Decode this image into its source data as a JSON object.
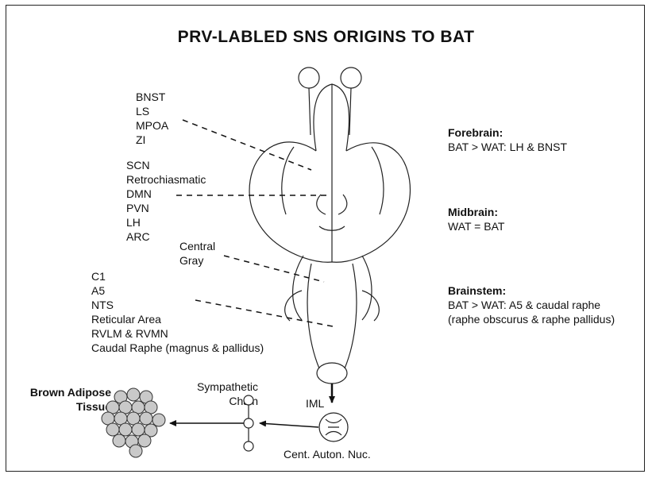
{
  "title": "PRV-LABLED SNS ORIGINS TO BAT",
  "forebrain_groups": {
    "group1": [
      "BNST",
      "LS",
      "MPOA",
      "ZI"
    ],
    "group2": [
      "SCN",
      "Retrochiasmatic",
      "DMN",
      "PVN",
      "LH",
      "ARC"
    ]
  },
  "midbrain_group": [
    "Central",
    "Gray"
  ],
  "brainstem_group": [
    "C1",
    "A5",
    "NTS",
    "Reticular Area",
    "RVLM & RVMN",
    "Caudal Raphe (magnus & pallidus)"
  ],
  "regions": [
    {
      "heading": "Forebrain:",
      "lines": [
        "BAT > WAT: LH & BNST"
      ]
    },
    {
      "heading": "Midbrain:",
      "lines": [
        "WAT = BAT"
      ]
    },
    {
      "heading": "Brainstem:",
      "lines": [
        "BAT > WAT: A5 & caudal raphe",
        "(raphe obscurus & raphe pallidus)"
      ]
    }
  ],
  "bottom": {
    "bat_label": [
      "Brown Adipose",
      "Tissue"
    ],
    "chain_label": [
      "Sympathetic",
      "Chain"
    ],
    "iml": "IML",
    "nucleus": "Cent. Auton. Nuc."
  }
}
